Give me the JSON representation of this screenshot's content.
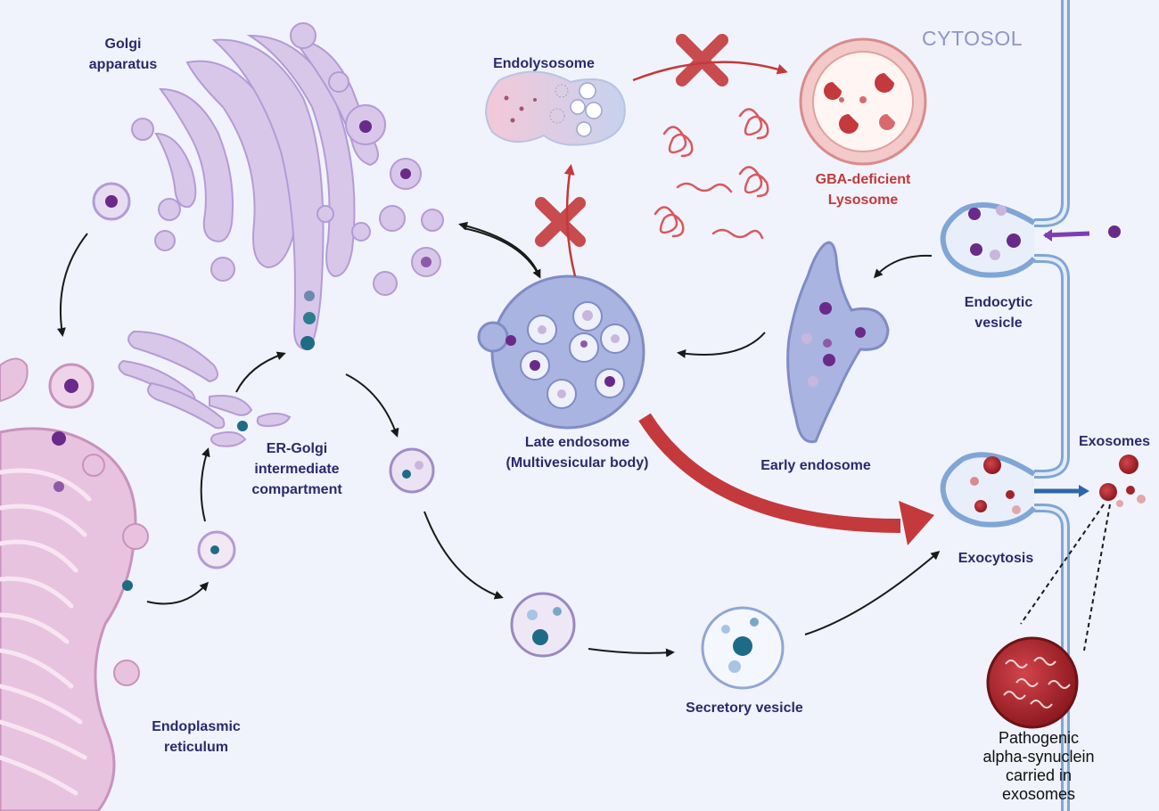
{
  "labels": {
    "cytosol": "CYTOSOL",
    "golgi": "Golgi\napparatus",
    "endolysosome": "Endolysosome",
    "gba_lysosome": "GBA-deficient\nLysosome",
    "endocytic_vesicle": "Endocytic\nvesicle",
    "late_endosome": "Late endosome\n(Multivesicular body)",
    "early_endosome": "Early endosome",
    "ergic": "ER-Golgi\nintermediate\ncompartment",
    "exosomes": "Exosomes",
    "exocytosis": "Exocytosis",
    "endoplasmic_reticulum": "Endoplasmic\nreticulum",
    "secretory_vesicle": "Secretory vesicle",
    "alpha_synuclein": "Pathogenic\nalpha-synuclein\ncarried in\nexosomes"
  },
  "colors": {
    "background": "#f0f3fb",
    "label_text": "#2a2a6e",
    "inhibition_red": "#c4393c",
    "membrane_blue": "#7fa6d6",
    "golgi_purple": "#d9c7ea",
    "er_pink": "#e8c3df",
    "vesicle_purple": "#6a2a8a",
    "vesicle_teal": "#1e6b87",
    "exosome_red": "#a4232a"
  }
}
